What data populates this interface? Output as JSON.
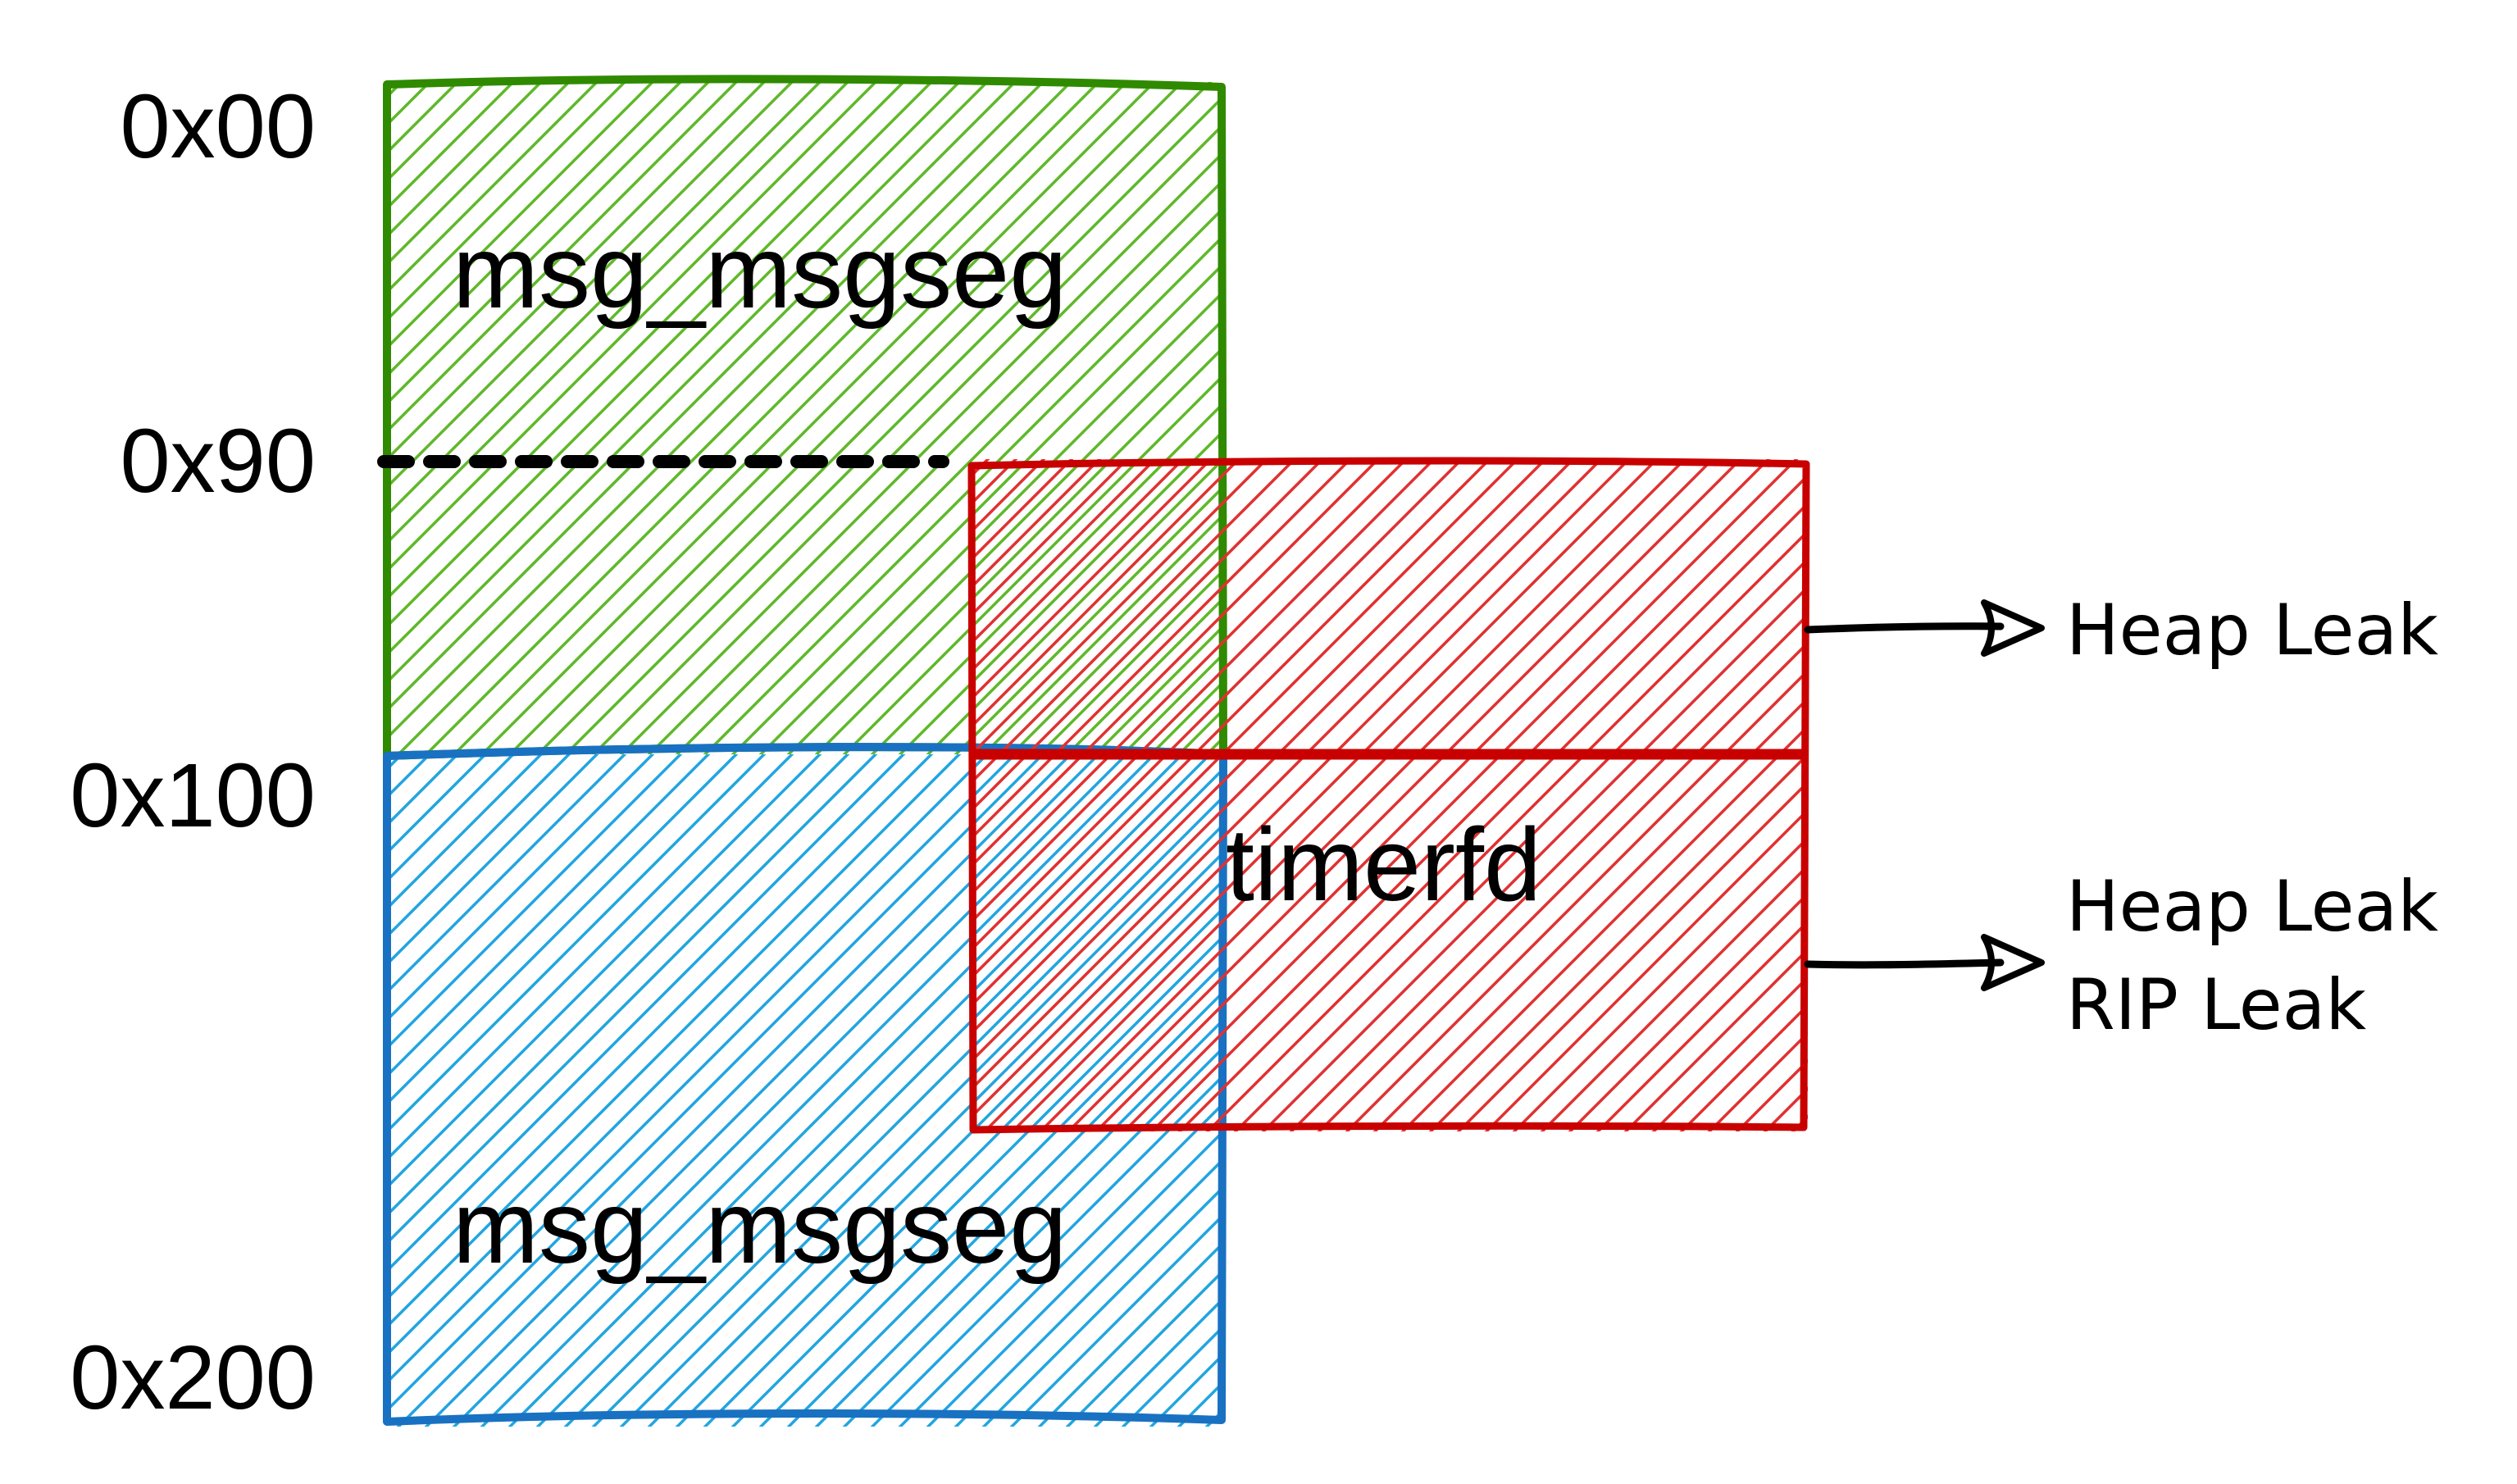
{
  "addresses": {
    "a0": "0x00",
    "a1": "0x90",
    "a2": "0x100",
    "a3": "0x200"
  },
  "blocks": {
    "top": {
      "label": "msg_msgseg",
      "color": "#2f8a00",
      "hatch": "#5fb82a"
    },
    "bottom": {
      "label": "msg_msgseg",
      "color": "#1971c2",
      "hatch": "#22a5e0"
    },
    "overlap": {
      "label": "timerfd",
      "color": "#c90000",
      "hatch": "#e03131"
    }
  },
  "annotations": {
    "first": "Heap Leak",
    "second_line1": "Heap Leak",
    "second_line2": "RIP Leak"
  }
}
